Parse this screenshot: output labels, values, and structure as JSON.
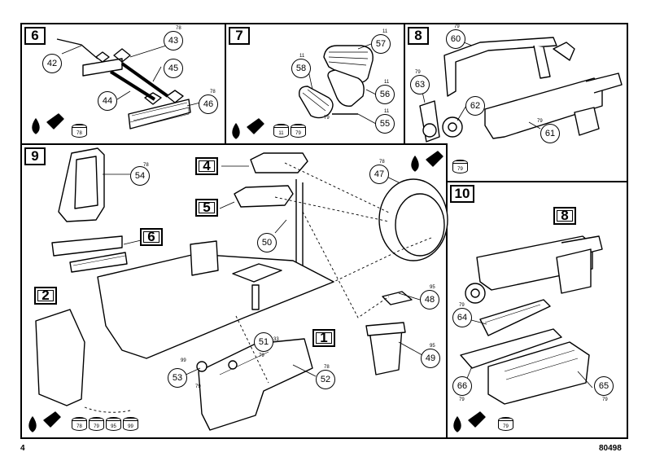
{
  "page": {
    "number": "4",
    "kit_code": "80498"
  },
  "steps": {
    "s6": {
      "label": "6",
      "parts": [
        "42",
        "43",
        "45",
        "44",
        "46"
      ],
      "paint_codes": [
        "78"
      ],
      "tag_43": "78",
      "tag_46": "78"
    },
    "s7": {
      "label": "7",
      "parts": [
        "57",
        "58",
        "56",
        "55"
      ],
      "paint_codes": [
        "11",
        "79"
      ],
      "tag_57": "11",
      "tag_58": "11",
      "tag_56": "11",
      "tag_55": "11",
      "tag_79": "79"
    },
    "s8": {
      "label": "8",
      "parts": [
        "60",
        "63",
        "62",
        "61"
      ],
      "paint_codes": [
        "79"
      ],
      "tag_60": "79",
      "tag_63": "79",
      "tag_61": "79"
    },
    "s9": {
      "label": "9",
      "parts": [
        "54",
        "47",
        "50",
        "48",
        "49",
        "51",
        "53",
        "52"
      ],
      "paint_codes": [
        "78",
        "79",
        "95",
        "99"
      ],
      "ref_4": "4",
      "ref_5": "5",
      "ref_6": "6",
      "ref_2": "2",
      "ref_1": "1",
      "tag_54": "78",
      "tag_47": "78",
      "tag_48": "95",
      "tag_49": "95",
      "tag_51": "33",
      "tag_53a": "99",
      "tag_53b": "79",
      "tag_51b": "79",
      "tag_52": "78"
    },
    "s10": {
      "label": "10",
      "parts": [
        "64",
        "66",
        "65"
      ],
      "paint_codes": [
        "79"
      ],
      "ref_8": "8",
      "tag_64": "79",
      "tag_66": "79",
      "tag_65": "79"
    }
  },
  "colors": {
    "ink": "#000000",
    "paper": "#ffffff"
  }
}
